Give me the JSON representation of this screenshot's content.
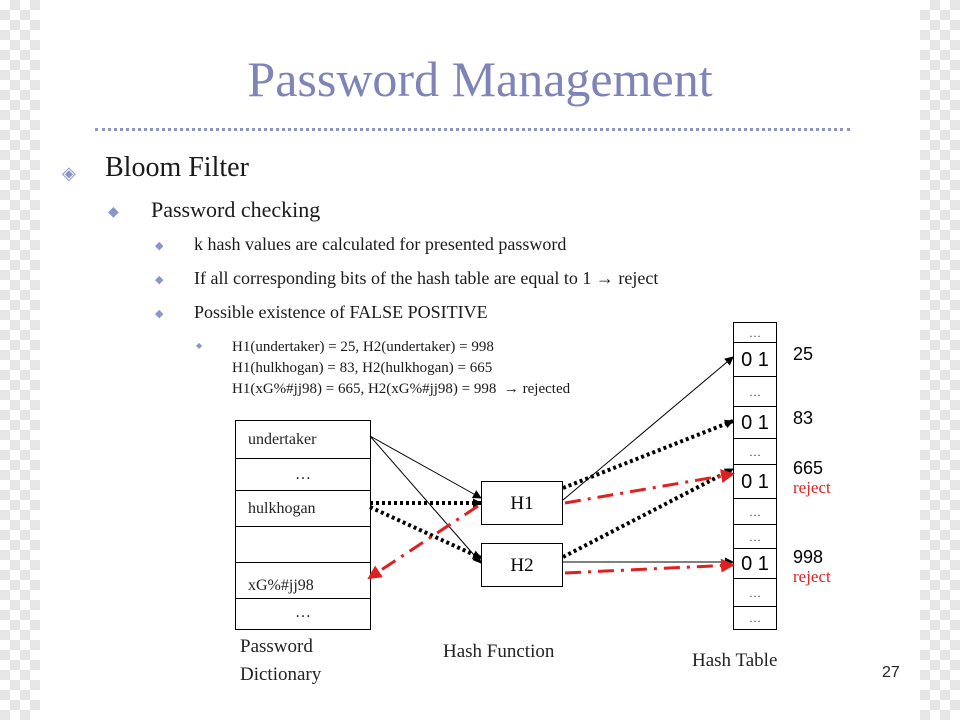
{
  "title": "Password Management",
  "bullets": {
    "l1": "Bloom Filter",
    "l2": "Password checking",
    "l3_1": "k hash values are calculated for presented password",
    "l3_2": "If all corresponding bits of the hash table are equal to 1",
    "l3_2_arrow": "→",
    "l3_2_end": "reject",
    "l3_3": "Possible existence of FALSE POSITIVE",
    "l4_line1": "H1(undertaker) = 25, H2(undertaker) = 998",
    "l4_line2": "H1(hulkhogan) = 83,    H2(hulkhogan) = 665",
    "l4_line3": "H1(xG%#jj98) = 665,   H2(xG%#jj98) = 998",
    "l4_arrow": "→",
    "l4_end": "rejected"
  },
  "dictionary": {
    "rows": [
      "undertaker",
      "…",
      "hulkhogan",
      "",
      "xG%#jj98",
      "…"
    ],
    "caption_line1": "Password",
    "caption_line2": "Dictionary"
  },
  "hash_functions": {
    "h1": "H1",
    "h2": "H2",
    "caption": "Hash Function"
  },
  "hash_table": {
    "rows": [
      "…",
      "0 1",
      "…",
      "0 1",
      "…",
      "0 1",
      "…",
      "…",
      "0 1",
      "…",
      "…"
    ],
    "indices": [
      "25",
      "83",
      "665",
      "998"
    ],
    "reject_label": "reject",
    "caption": "Hash Table"
  },
  "colors": {
    "title": "#7e84b8",
    "reject": "#e02020",
    "bullet": "#8a95c8"
  },
  "page_number": "27"
}
